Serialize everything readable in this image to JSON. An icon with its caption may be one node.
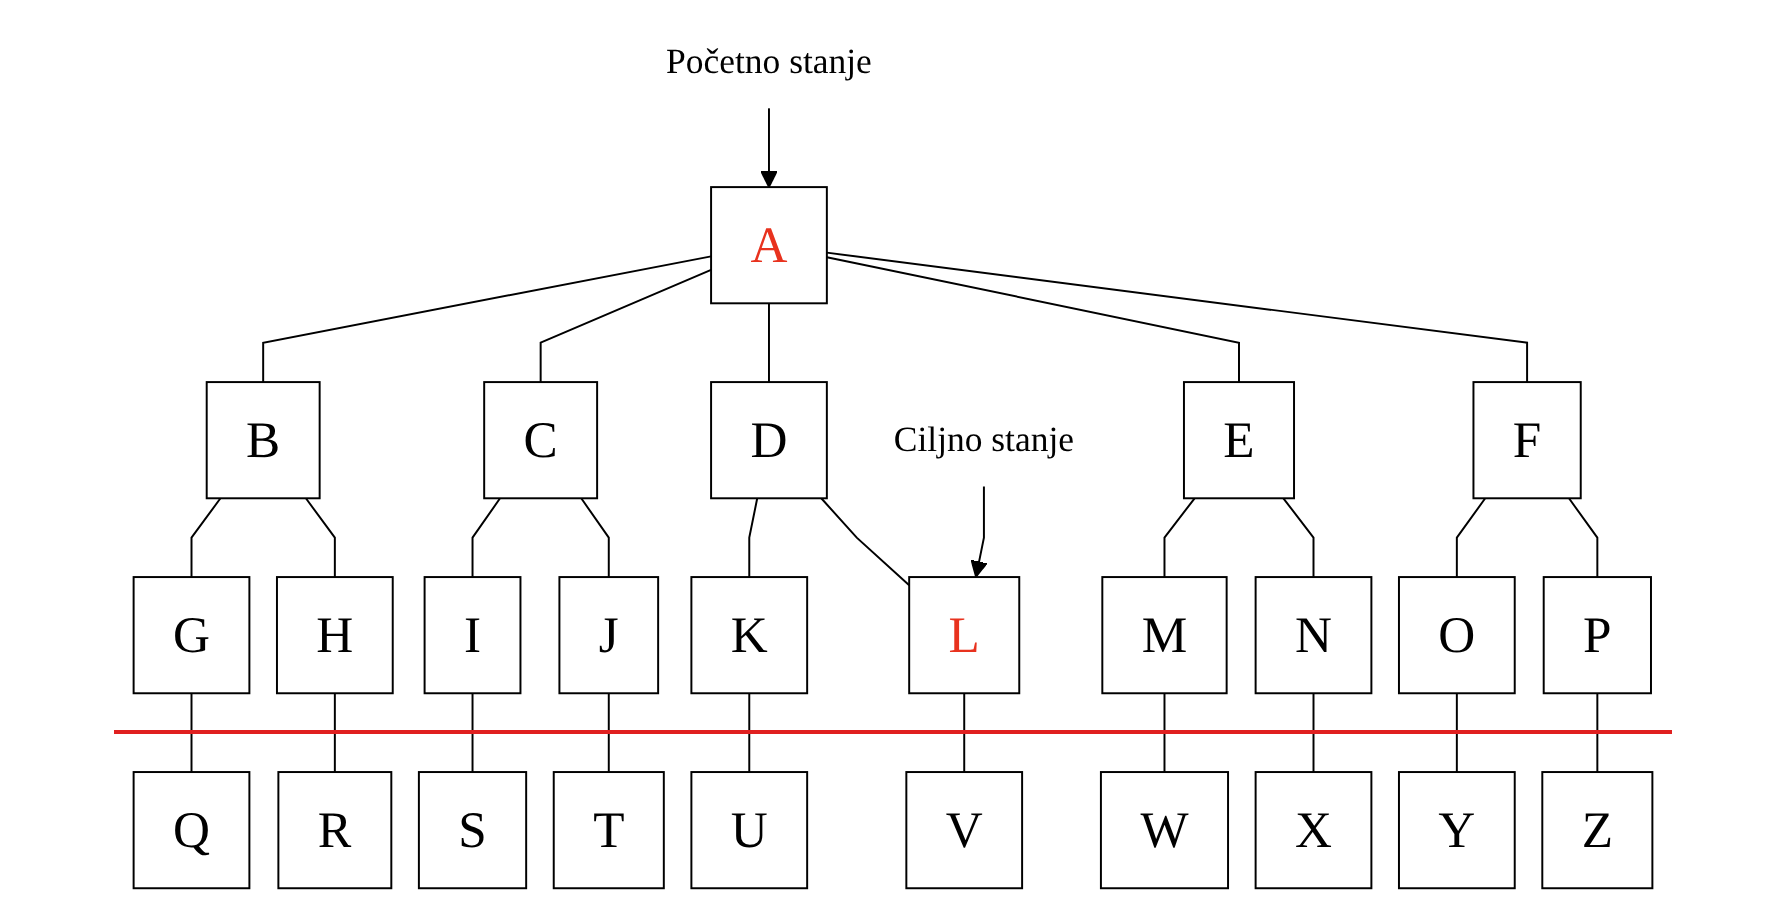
{
  "diagram": {
    "nodes": [
      {
        "text": [
          "Početno stanje"
        ]
      },
      {
        "text": [
          "A"
        ]
      },
      {
        "text": [
          "B"
        ]
      },
      {
        "text": [
          "C"
        ]
      },
      {
        "text": [
          "D"
        ]
      },
      {
        "text": [
          "E"
        ]
      },
      {
        "text": [
          "F"
        ]
      },
      {
        "text": [
          "Ciljno stanje"
        ]
      },
      {
        "text": [
          "G"
        ]
      },
      {
        "text": [
          "H"
        ]
      },
      {
        "text": [
          "I"
        ]
      },
      {
        "text": [
          "J"
        ]
      },
      {
        "text": [
          "K"
        ]
      },
      {
        "text": [
          "L"
        ]
      },
      {
        "text": [
          "M"
        ]
      },
      {
        "text": [
          "N"
        ]
      },
      {
        "text": [
          "O"
        ]
      },
      {
        "text": [
          "P"
        ]
      },
      {
        "text": [
          "Q"
        ]
      },
      {
        "text": [
          "R"
        ]
      },
      {
        "text": [
          "S"
        ]
      },
      {
        "text": [
          "T"
        ]
      },
      {
        "text": [
          "U"
        ]
      },
      {
        "text": [
          "V"
        ]
      },
      {
        "text": [
          "W"
        ]
      },
      {
        "text": [
          "X"
        ]
      },
      {
        "text": [
          "Y"
        ]
      },
      {
        "text": [
          "Z"
        ]
      }
    ],
    "edges": [
      {
        "from": 0,
        "to": 1,
        "arrow": "to"
      },
      {
        "from": 1,
        "to": 2,
        "arrow": "none"
      },
      {
        "from": 1,
        "to": 3,
        "arrow": "none"
      },
      {
        "from": 1,
        "to": 4,
        "arrow": "none"
      },
      {
        "from": 1,
        "to": 5,
        "arrow": "none"
      },
      {
        "from": 1,
        "to": 6,
        "arrow": "none"
      },
      {
        "from": 2,
        "to": 8,
        "arrow": "none"
      },
      {
        "from": 2,
        "to": 9,
        "arrow": "none"
      },
      {
        "from": 3,
        "to": 10,
        "arrow": "none"
      },
      {
        "from": 3,
        "to": 11,
        "arrow": "none"
      },
      {
        "from": 4,
        "to": 12,
        "arrow": "none"
      },
      {
        "from": 4,
        "to": 13,
        "arrow": "none"
      },
      {
        "from": 7,
        "to": 13,
        "arrow": "to"
      },
      {
        "from": 5,
        "to": 14,
        "arrow": "none"
      },
      {
        "from": 5,
        "to": 15,
        "arrow": "none"
      },
      {
        "from": 6,
        "to": 16,
        "arrow": "none"
      },
      {
        "from": 6,
        "to": 17,
        "arrow": "none"
      },
      {
        "from": 8,
        "to": 18,
        "arrow": "none"
      },
      {
        "from": 9,
        "to": 19,
        "arrow": "none"
      },
      {
        "from": 10,
        "to": 20,
        "arrow": "none"
      },
      {
        "from": 11,
        "to": 21,
        "arrow": "none"
      },
      {
        "from": 12,
        "to": 22,
        "arrow": "none"
      },
      {
        "from": 13,
        "to": 23,
        "arrow": "none"
      },
      {
        "from": 14,
        "to": 24,
        "arrow": "none"
      },
      {
        "from": 15,
        "to": 25,
        "arrow": "none"
      },
      {
        "from": 16,
        "to": 26,
        "arrow": "none"
      },
      {
        "from": 17,
        "to": 27,
        "arrow": "none"
      }
    ]
  }
}
